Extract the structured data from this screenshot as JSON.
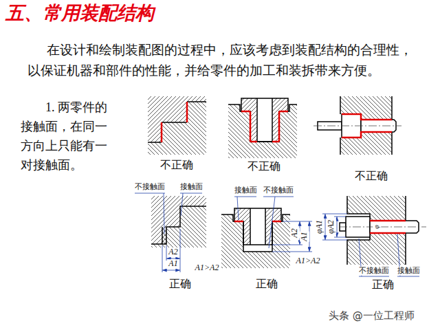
{
  "diagram": {
    "title": "五、常用装配结构",
    "labels": [
      "在设计和绘制装配图的过程中，应该考虑到装配结构的合理性，以保证机器和部件的性能，并给零件的加工和装拆带来方便。",
      "1. 两零件的接触面，在同一方向上只能有一对接触面。",
      "不正确",
      "不正确",
      "不正确",
      "不接触面",
      "接触面",
      "接触面",
      "不接触面",
      "A2",
      "A1",
      "φA1",
      "φA2",
      "φ",
      "A2",
      "A1",
      "A1>A2",
      "A1>A2",
      "不接触面",
      "接触面",
      "正确",
      "正确",
      "正确",
      "头条 @一位工程师"
    ]
  }
}
